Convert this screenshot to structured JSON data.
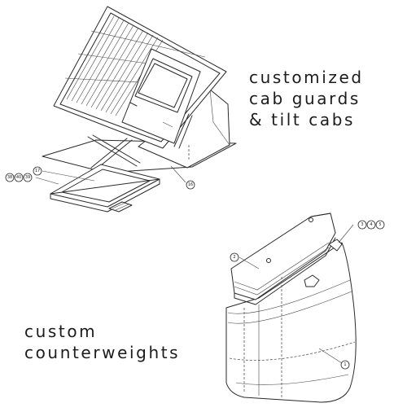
{
  "captions": {
    "cab": [
      "customized",
      "cab guards",
      "& tilt cabs"
    ],
    "counterweight": [
      "custom",
      "counterweights"
    ]
  },
  "cab_drawing": {
    "callouts": [
      "38",
      "40",
      "39",
      "17",
      "16"
    ]
  },
  "counterweight_drawing": {
    "callouts": [
      "2",
      "3",
      "4",
      "5",
      "1"
    ]
  }
}
